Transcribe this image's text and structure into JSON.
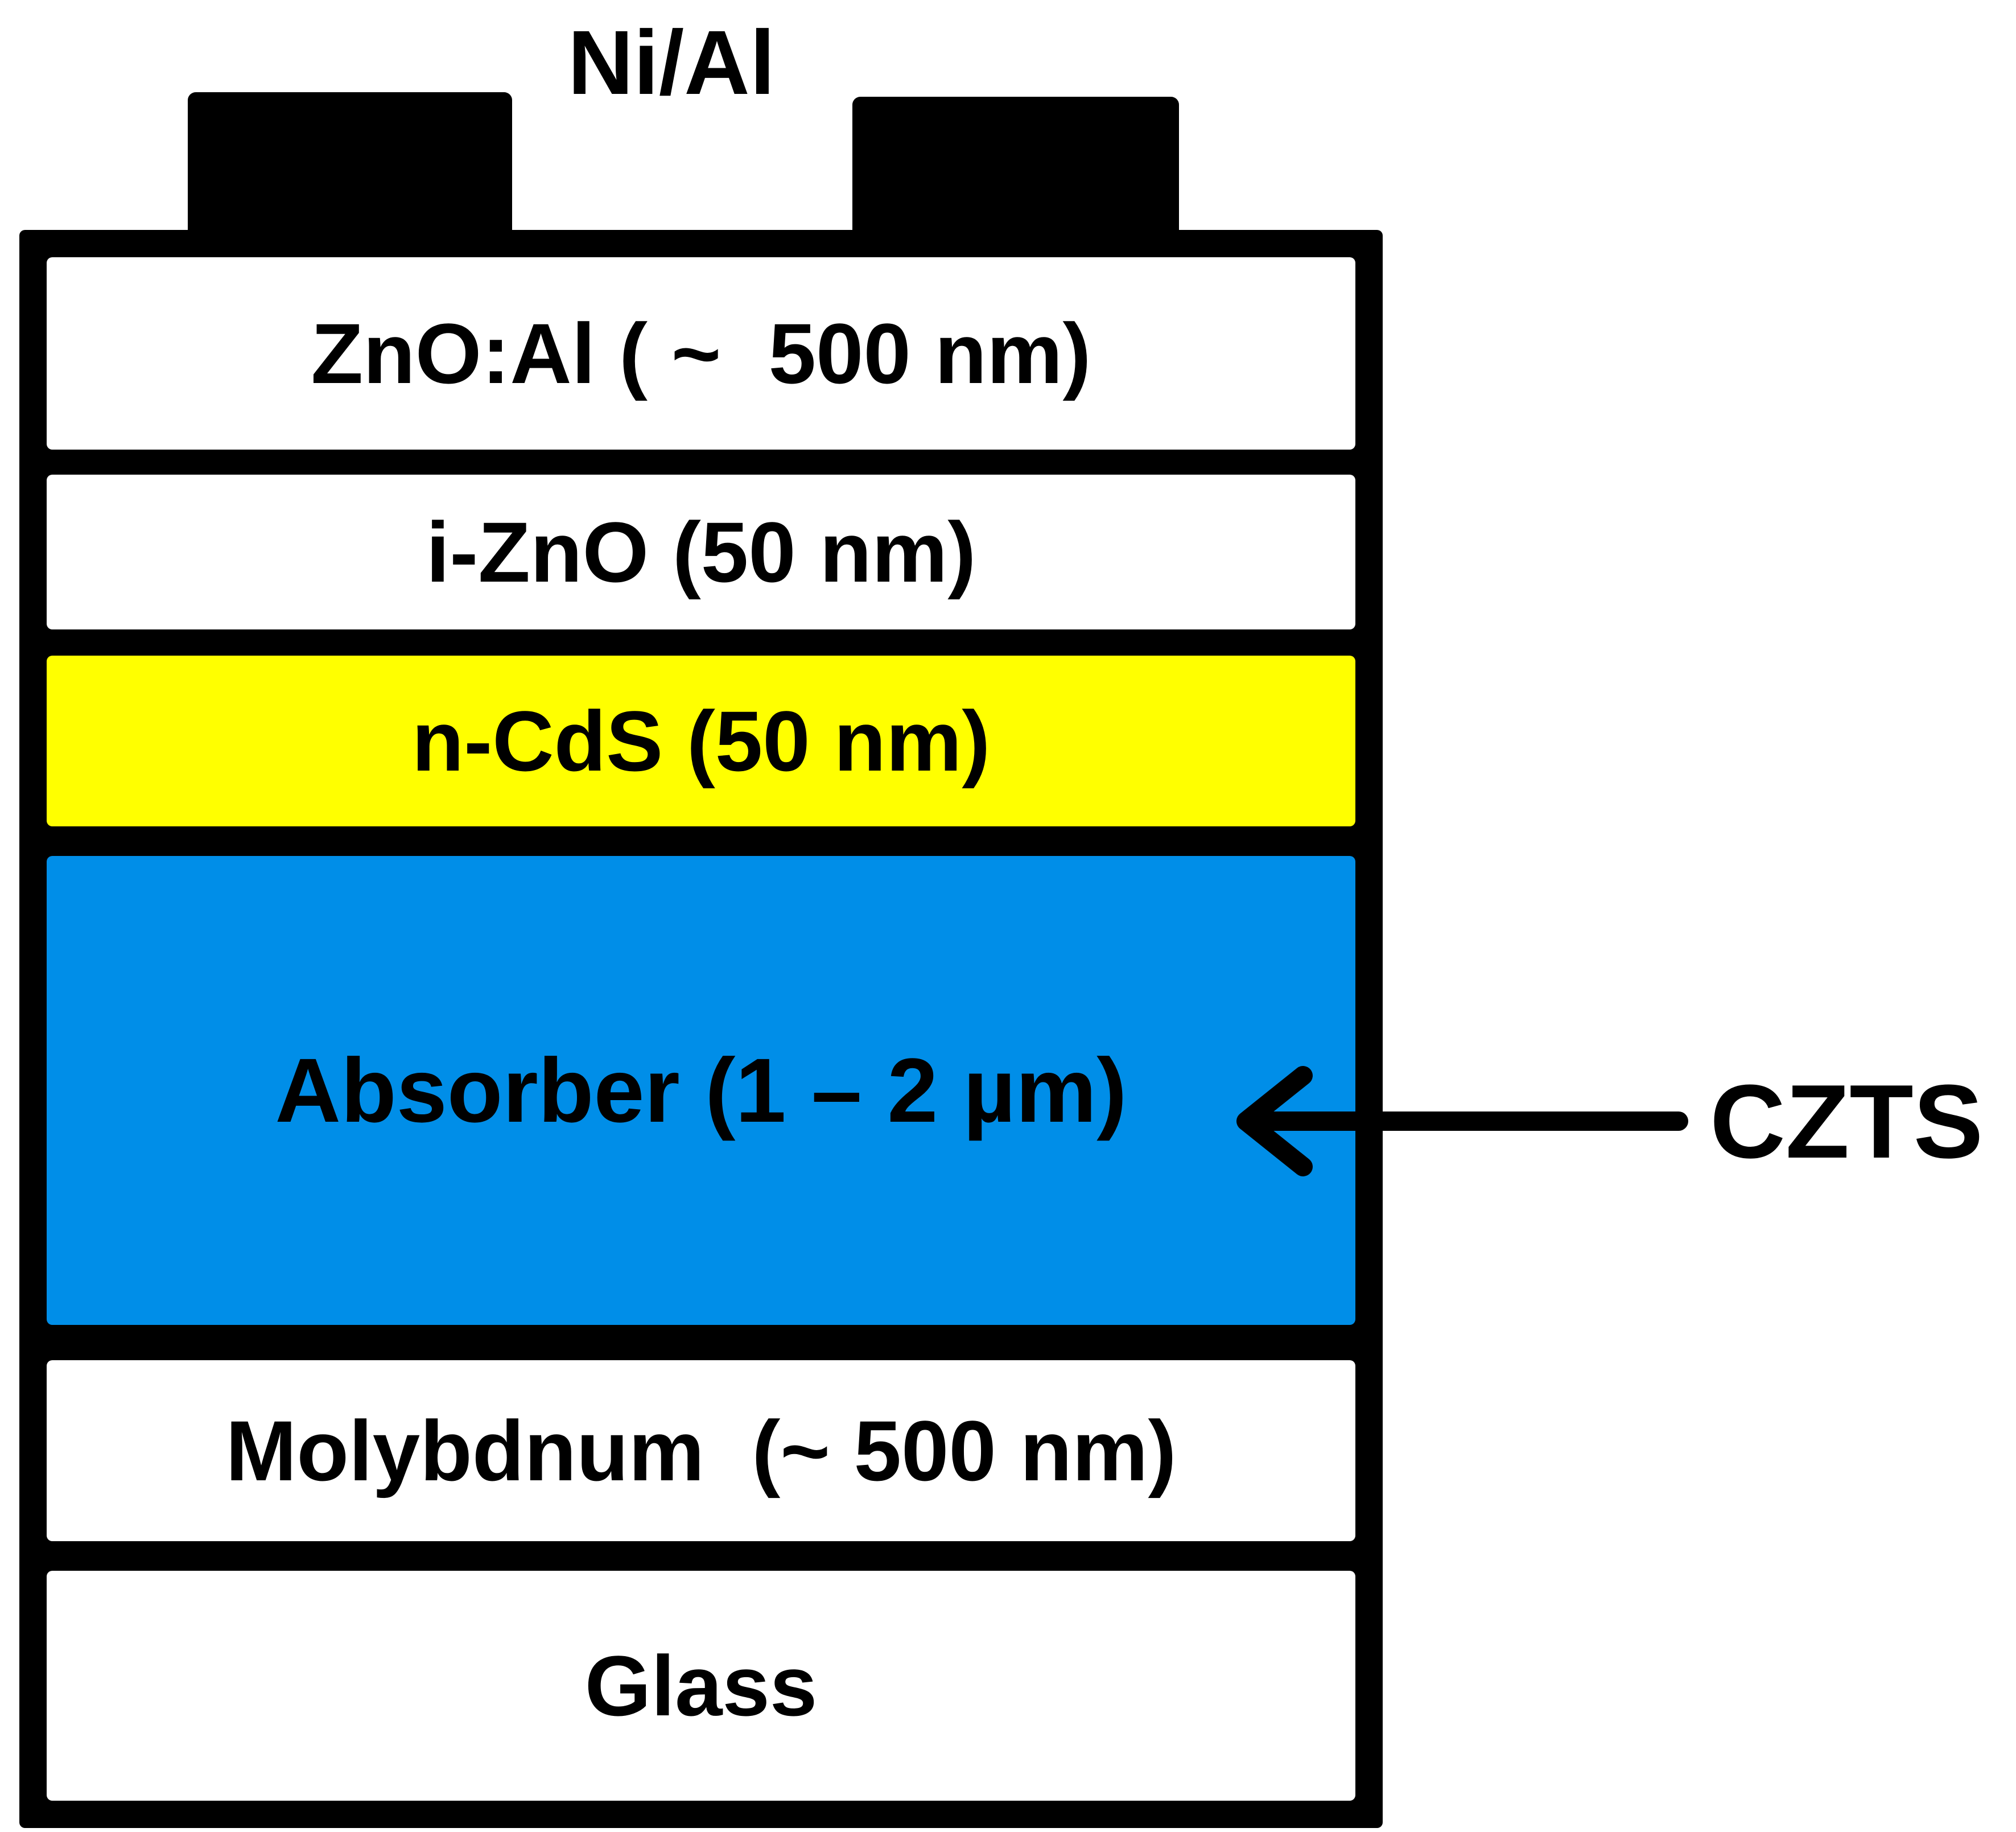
{
  "contact": {
    "label": "Ni/Al"
  },
  "layers": {
    "zno_al": {
      "label": "ZnO:Al ( ~  500 nm)",
      "color": "#ffffff"
    },
    "i_zno": {
      "label": "i-ZnO (50 nm)",
      "color": "#ffffff"
    },
    "cds": {
      "label": "n-CdS (50 nm)",
      "color": "#ffff00"
    },
    "absorber": {
      "label": "Absorber (1 – 2 µm)",
      "color": "#008ee8"
    },
    "molybdenum": {
      "label": "Molybdnum  (~ 500 nm)",
      "color": "#ffffff"
    },
    "glass": {
      "label": "Glass",
      "color": "#ffffff"
    }
  },
  "callout": {
    "label": "CZTS"
  },
  "colors": {
    "outline": "#000000",
    "contact": "#000000"
  }
}
